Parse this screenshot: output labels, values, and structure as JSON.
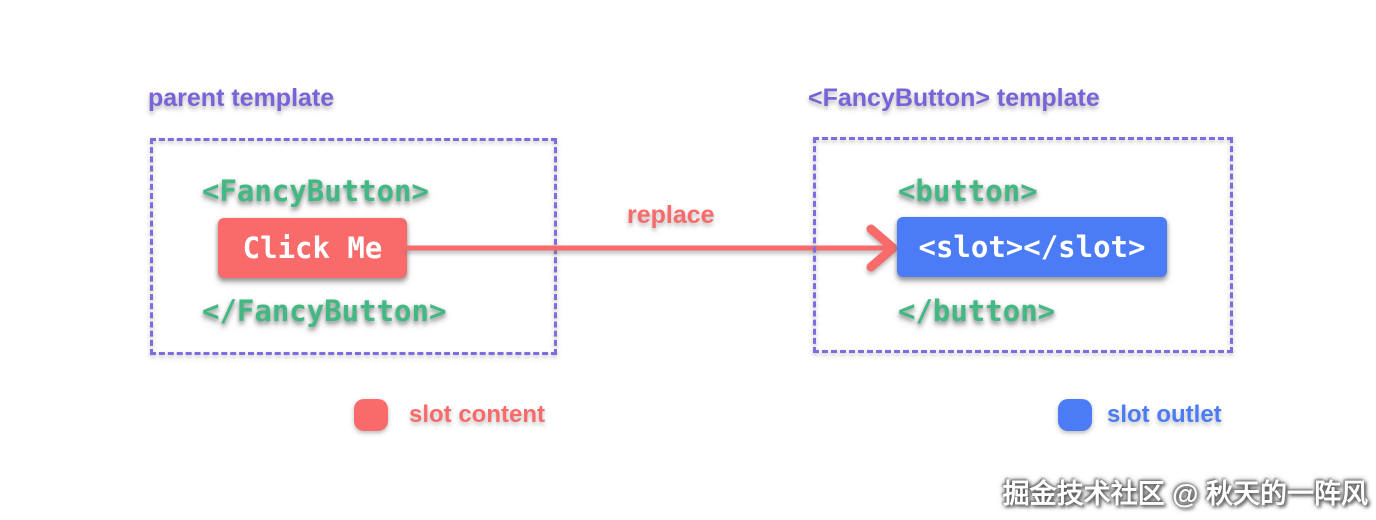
{
  "diagram": {
    "parent_panel": {
      "title": "parent template",
      "open_tag": "<FancyButton>",
      "button_label": "Click Me",
      "close_tag": "</FancyButton>"
    },
    "arrow": {
      "label": "replace"
    },
    "component_panel": {
      "title": "<FancyButton> template",
      "open_tag": "<button>",
      "slot_code": "<slot></slot>",
      "close_tag": "</button>"
    },
    "legend": {
      "0": {
        "label": "slot content",
        "color": "#f96b6b"
      },
      "1": {
        "label": "slot outlet",
        "color": "#4b7bf5"
      }
    },
    "watermark": "掘金技术社区 @ 秋天的一阵风",
    "colors": {
      "purple_label": "#7a63d9",
      "purple_border": "#7d6ee0",
      "code_green": "#42b883",
      "slot_content_red": "#f96b6b",
      "slot_outlet_blue": "#4b7bf5",
      "code_text_white": "#ffffff"
    }
  }
}
